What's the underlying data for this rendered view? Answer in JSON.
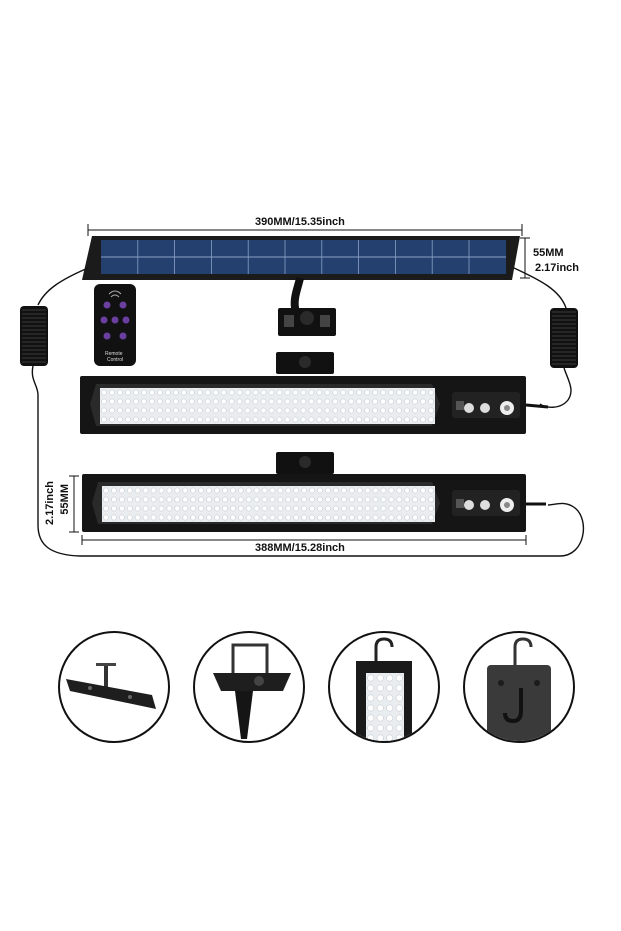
{
  "panel_dimensions": {
    "width_label": "390MM/15.35inch",
    "height_mm": "55MM",
    "height_inch": "2.17inch"
  },
  "light_dimensions": {
    "width_label": "388MM/15.28inch",
    "height_mm": "55MM",
    "height_inch": "2.17inch"
  },
  "remote": {
    "label_line1": "Remote",
    "label_line2": "Control"
  },
  "colors": {
    "solar_panel": "#24406e",
    "housing": "#1a1a1a",
    "led": "#f2f4f6",
    "remote_button": "#6b3fa0"
  },
  "mounting_options": [
    "ground-stake-bar",
    "ground-stake-hook",
    "hanging-hook-front",
    "hanging-hook-back"
  ]
}
